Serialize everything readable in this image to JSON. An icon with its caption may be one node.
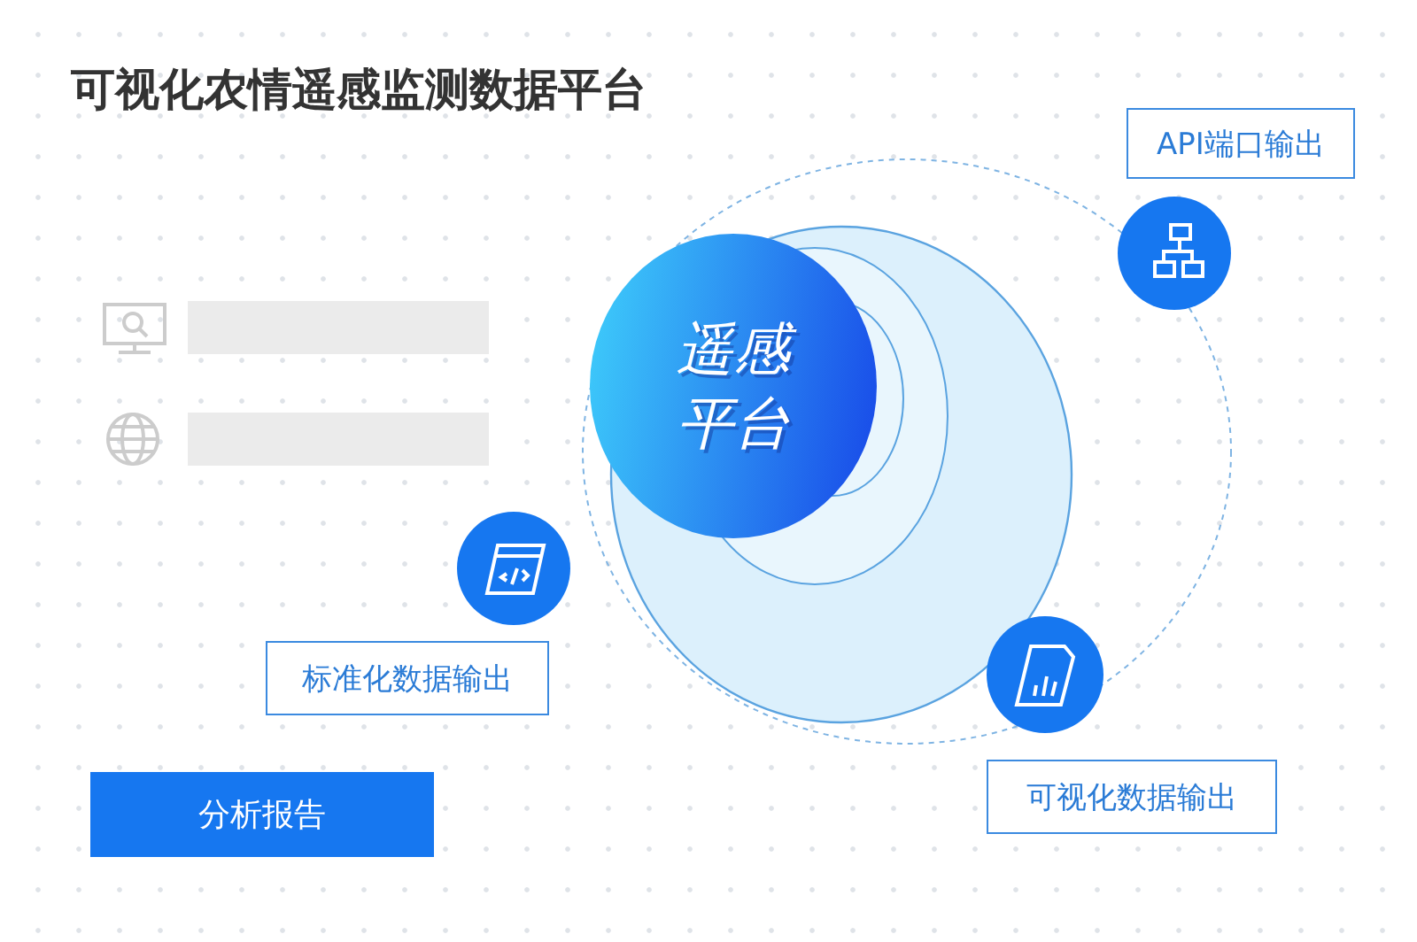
{
  "diagram": {
    "title": "可视化农情遥感监测数据平台",
    "nodes": [
      {
        "text": [
          "遥感平台"
        ]
      },
      {
        "text": [
          "API端口输出"
        ]
      },
      {
        "text": [
          "标准化数据输出"
        ]
      },
      {
        "text": [
          "可视化数据输出"
        ]
      },
      {
        "text": [
          "分析报告"
        ]
      }
    ]
  }
}
